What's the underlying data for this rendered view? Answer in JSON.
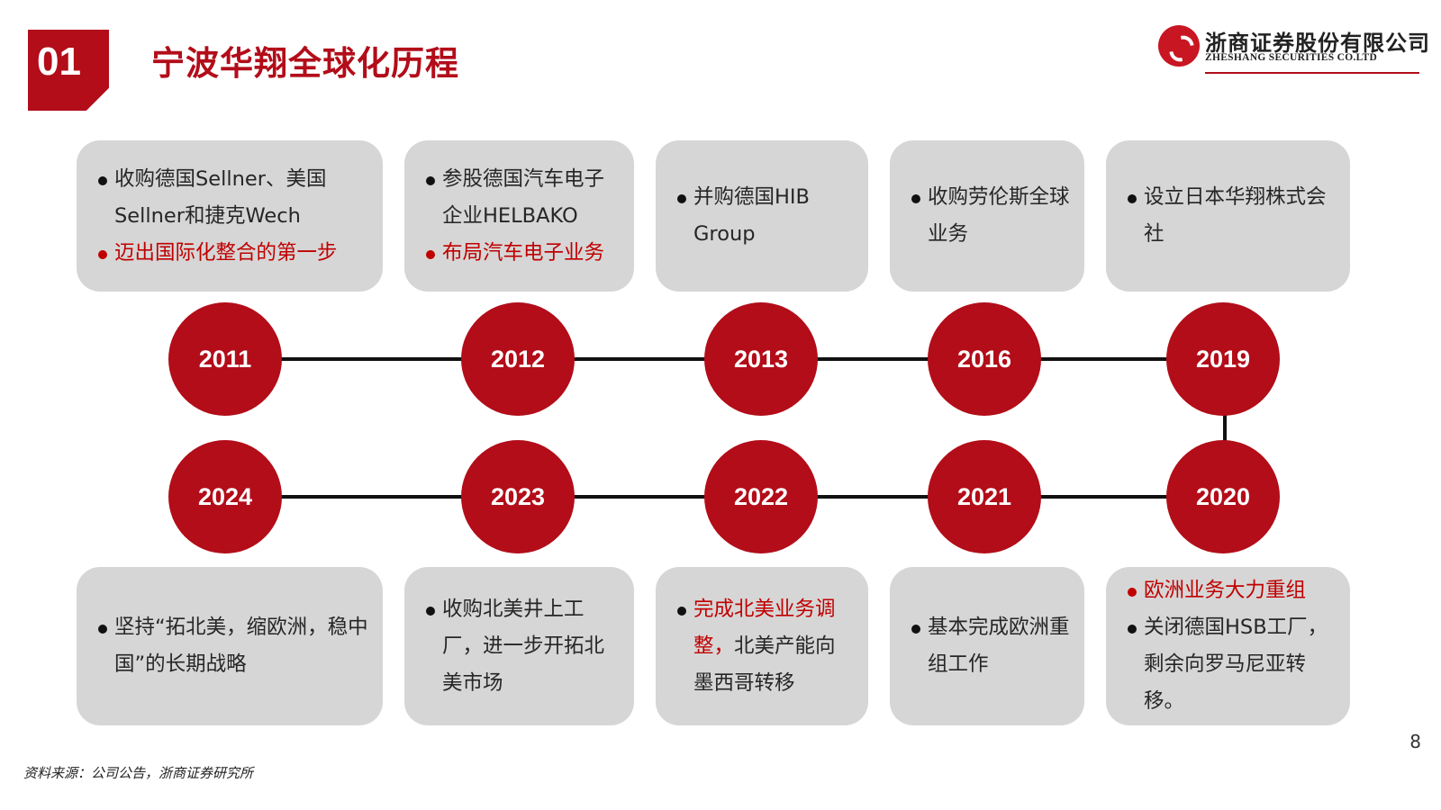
{
  "header": {
    "section_number": "01",
    "title": "宁波华翔全球化历程",
    "logo_cn": "浙商证券股份有限公司",
    "logo_en": "ZHESHANG SECURITIES CO.LTD"
  },
  "colors": {
    "accent": "#b20d19",
    "box_bg": "#d7d6d6",
    "highlight_text": "#c00000"
  },
  "timeline": {
    "top_row": [
      {
        "year": "2011",
        "items": [
          {
            "text": "收购德国Sellner、美国Sellner和捷克Wech",
            "highlight": false
          },
          {
            "text": "迈出国际化整合的第一步",
            "highlight": true
          }
        ]
      },
      {
        "year": "2012",
        "items": [
          {
            "text": "参股德国汽车电子企业HELBAKO",
            "highlight": false
          },
          {
            "text": "布局汽车电子业务",
            "highlight": true
          }
        ]
      },
      {
        "year": "2013",
        "items": [
          {
            "text": "并购德国HIB Group",
            "highlight": false
          }
        ]
      },
      {
        "year": "2016",
        "items": [
          {
            "text": "收购劳伦斯全球业务",
            "highlight": false
          }
        ]
      },
      {
        "year": "2019",
        "items": [
          {
            "text": "设立日本华翔株式会社",
            "highlight": false
          }
        ]
      }
    ],
    "bottom_row": [
      {
        "year": "2024",
        "items": [
          {
            "text": "坚持“拓北美，缩欧洲，稳中国”的长期战略",
            "highlight": false
          }
        ]
      },
      {
        "year": "2023",
        "items": [
          {
            "text": "收购北美井上工厂，进一步开拓北美市场",
            "highlight": false
          }
        ]
      },
      {
        "year": "2022",
        "items": [
          {
            "text_red": "完成北美业务调整，",
            "text_rest": "北美产能向墨西哥转移"
          }
        ]
      },
      {
        "year": "2021",
        "items": [
          {
            "text": "基本完成欧洲重组工作",
            "highlight": false
          }
        ]
      },
      {
        "year": "2020",
        "items": [
          {
            "text": "欧洲业务大力重组",
            "highlight": true
          },
          {
            "text": "关闭德国HSB工厂，剩余向罗马尼亚转移。",
            "highlight": false
          }
        ]
      }
    ]
  },
  "footer": {
    "page_number": "8",
    "source": "资料来源：公司公告，浙商证券研究所"
  }
}
